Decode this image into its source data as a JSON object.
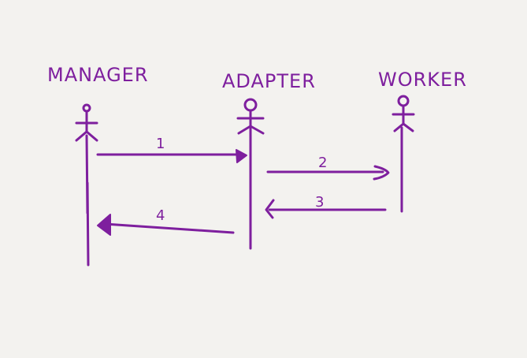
{
  "colors": {
    "background": "#f3f2ef",
    "ink": "#7e1f9e"
  },
  "actors": {
    "manager": {
      "label": "MANAGER",
      "icon": "stick-figure-icon"
    },
    "adapter": {
      "label": "ADAPTER",
      "icon": "stick-figure-icon"
    },
    "worker": {
      "label": "WORKER",
      "icon": "stick-figure-icon"
    }
  },
  "messages": [
    {
      "number": "1",
      "from": "MANAGER",
      "to": "ADAPTER"
    },
    {
      "number": "2",
      "from": "ADAPTER",
      "to": "WORKER"
    },
    {
      "number": "3",
      "from": "WORKER",
      "to": "ADAPTER"
    },
    {
      "number": "4",
      "from": "ADAPTER",
      "to": "MANAGER"
    }
  ]
}
